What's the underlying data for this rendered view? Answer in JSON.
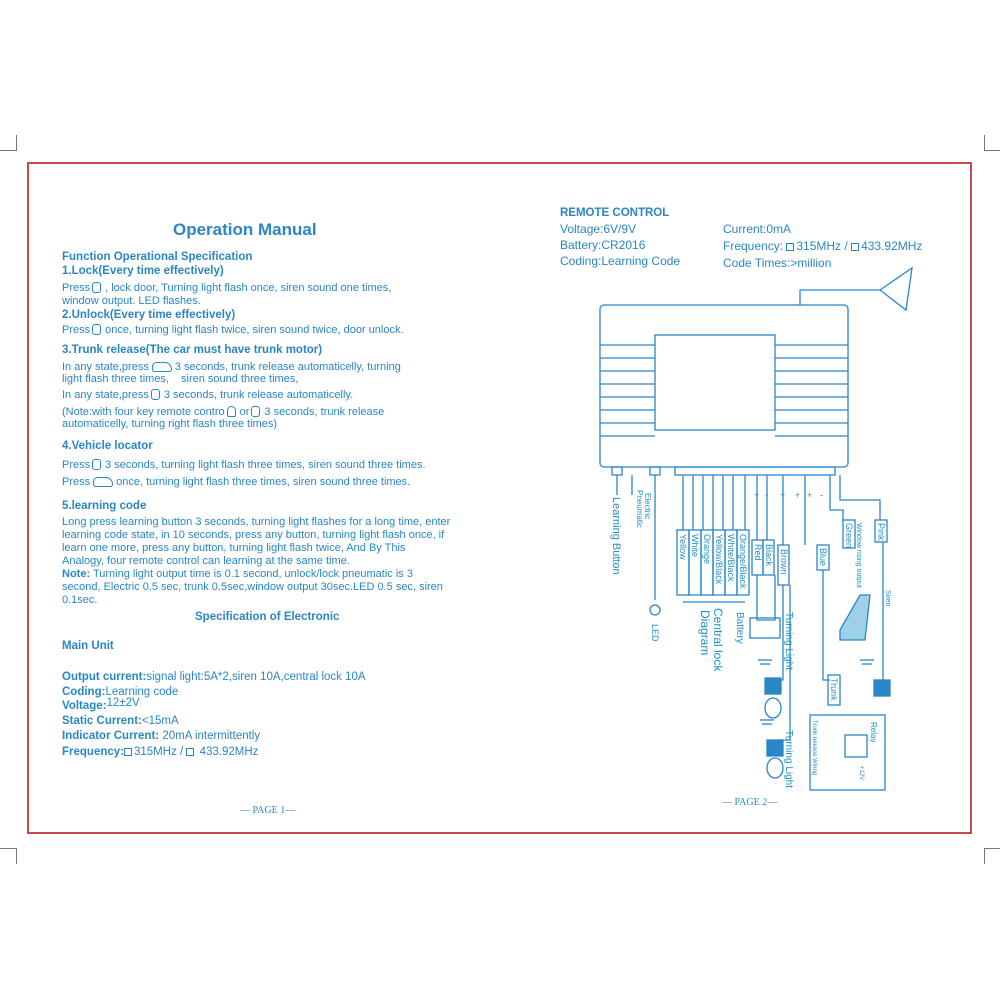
{
  "page1": {
    "title": "Operation Manual",
    "func_heading": "Function Operational Specification",
    "lock_heading": "1.Lock(Every time effectively)",
    "lock_l1a": "Press",
    "lock_l1b": ", lock door, Turning light flash once, siren sound one times,",
    "lock_l2": "window output. LED flashes.",
    "unlock_heading": "2.Unlock(Every time effectively)",
    "unlock_l1a": "Press",
    "unlock_l1b": "once, turning light flash twice, siren sound twice, door unlock.",
    "trunk_heading": "3.Trunk release(The car must have trunk motor)",
    "trunk_l1a": "In any state,press",
    "trunk_l1b": "3 seconds, trunk release automaticelly, turning",
    "trunk_l2a": "light flash three times,",
    "trunk_l2b": "siren sound three times,",
    "trunk_l3a": "In any state,press",
    "trunk_l3b": "3 seconds, trunk release automaticelly.",
    "trunk_l4a": "(Note:with four key remote contro",
    "trunk_l4b": "or",
    "trunk_l4c": "3 seconds, trunk release",
    "trunk_l5": "automaticelly, turning right flash three times)",
    "locator_heading": "4.Vehicle locator",
    "loc_l1a": "Press",
    "loc_l1b": "3 seconds,  turning light flash three times, siren sound three times.",
    "loc_l2a": "Press",
    "loc_l2b": "once, turning light flash three times, siren sound three times.",
    "learn_heading": "5.learning code",
    "learn_l1": "Long press learning button 3 seconds, turning light flashes for a long time, enter",
    "learn_l2": "learning code state, in 10 seconds, press any button, turning light flash once, if",
    "learn_l3": "learn one more, press any button, turning light flash twice, And By This",
    "learn_l4": "Analogy, four remote control can learning at the same time.",
    "note_label": "Note:",
    "note_l1": " Turning light output time is 0.1 second, unlock/lock pneumatic is 3",
    "note_l2": "second, Electric 0.5 sec, trunk 0.5sec,window output 30sec.LED 0.5 sec, siren",
    "note_l3": "0.1sec.",
    "spec_heading": "Specification of Electronic",
    "main_unit": "Main Unit",
    "out_label": "Output current:",
    "out_val": "signal light:5A*2,siren 10A,central lock 10A",
    "coding_label": "Coding:",
    "coding_val": "Learning code",
    "voltage_label": "Voltage:",
    "voltage_val": "12±2V",
    "static_label": "Static Current:",
    "static_val": "<15mA",
    "indicator_label": "Indicator Current:",
    "indicator_val": " 20mA intermittently",
    "freq_label": "Frequency:",
    "freq_a": "315MHz / ",
    "freq_b": " 433.92MHz",
    "page_num": "— PAGE 1—"
  },
  "page2": {
    "remote_heading": "REMOTE CONTROL",
    "voltage": "Voltage:6V/9V",
    "battery": "Battery:CR2016",
    "coding": "Coding:Learning Code",
    "current": "Current:0mA",
    "freq_a": "Frequency: ",
    "freq_b": "315MHz / ",
    "freq_c": "433.92MHz",
    "code_times": "Code Times:>million",
    "page_num": "— PAGE 2—",
    "diagram": {
      "learning_button": "Learning Button",
      "pneumatic": "Pneumatic",
      "electric": "Electric",
      "led": "LED",
      "wires_lock": [
        "Yellow",
        "White",
        "Orange",
        "Yellow/Black",
        "White/Black",
        "Orange/Black"
      ],
      "central_lock_1": "Central lock",
      "central_lock_2": "Diagram",
      "red": "Red",
      "black": "Black",
      "battery": "Battery",
      "brown": "Brown",
      "turning_light": "Turning Light",
      "turning_light2": "Turning Light",
      "blue": "Blue",
      "trunk": "Trunk",
      "green": "Green",
      "window_rising": "Window rising output",
      "pink": "Pink",
      "siren": "Siren",
      "relay": "Relay",
      "trunk_release_wiring": "Trunk release Wiring",
      "plus12": "+12V",
      "plus": "+",
      "minus": "-"
    }
  }
}
